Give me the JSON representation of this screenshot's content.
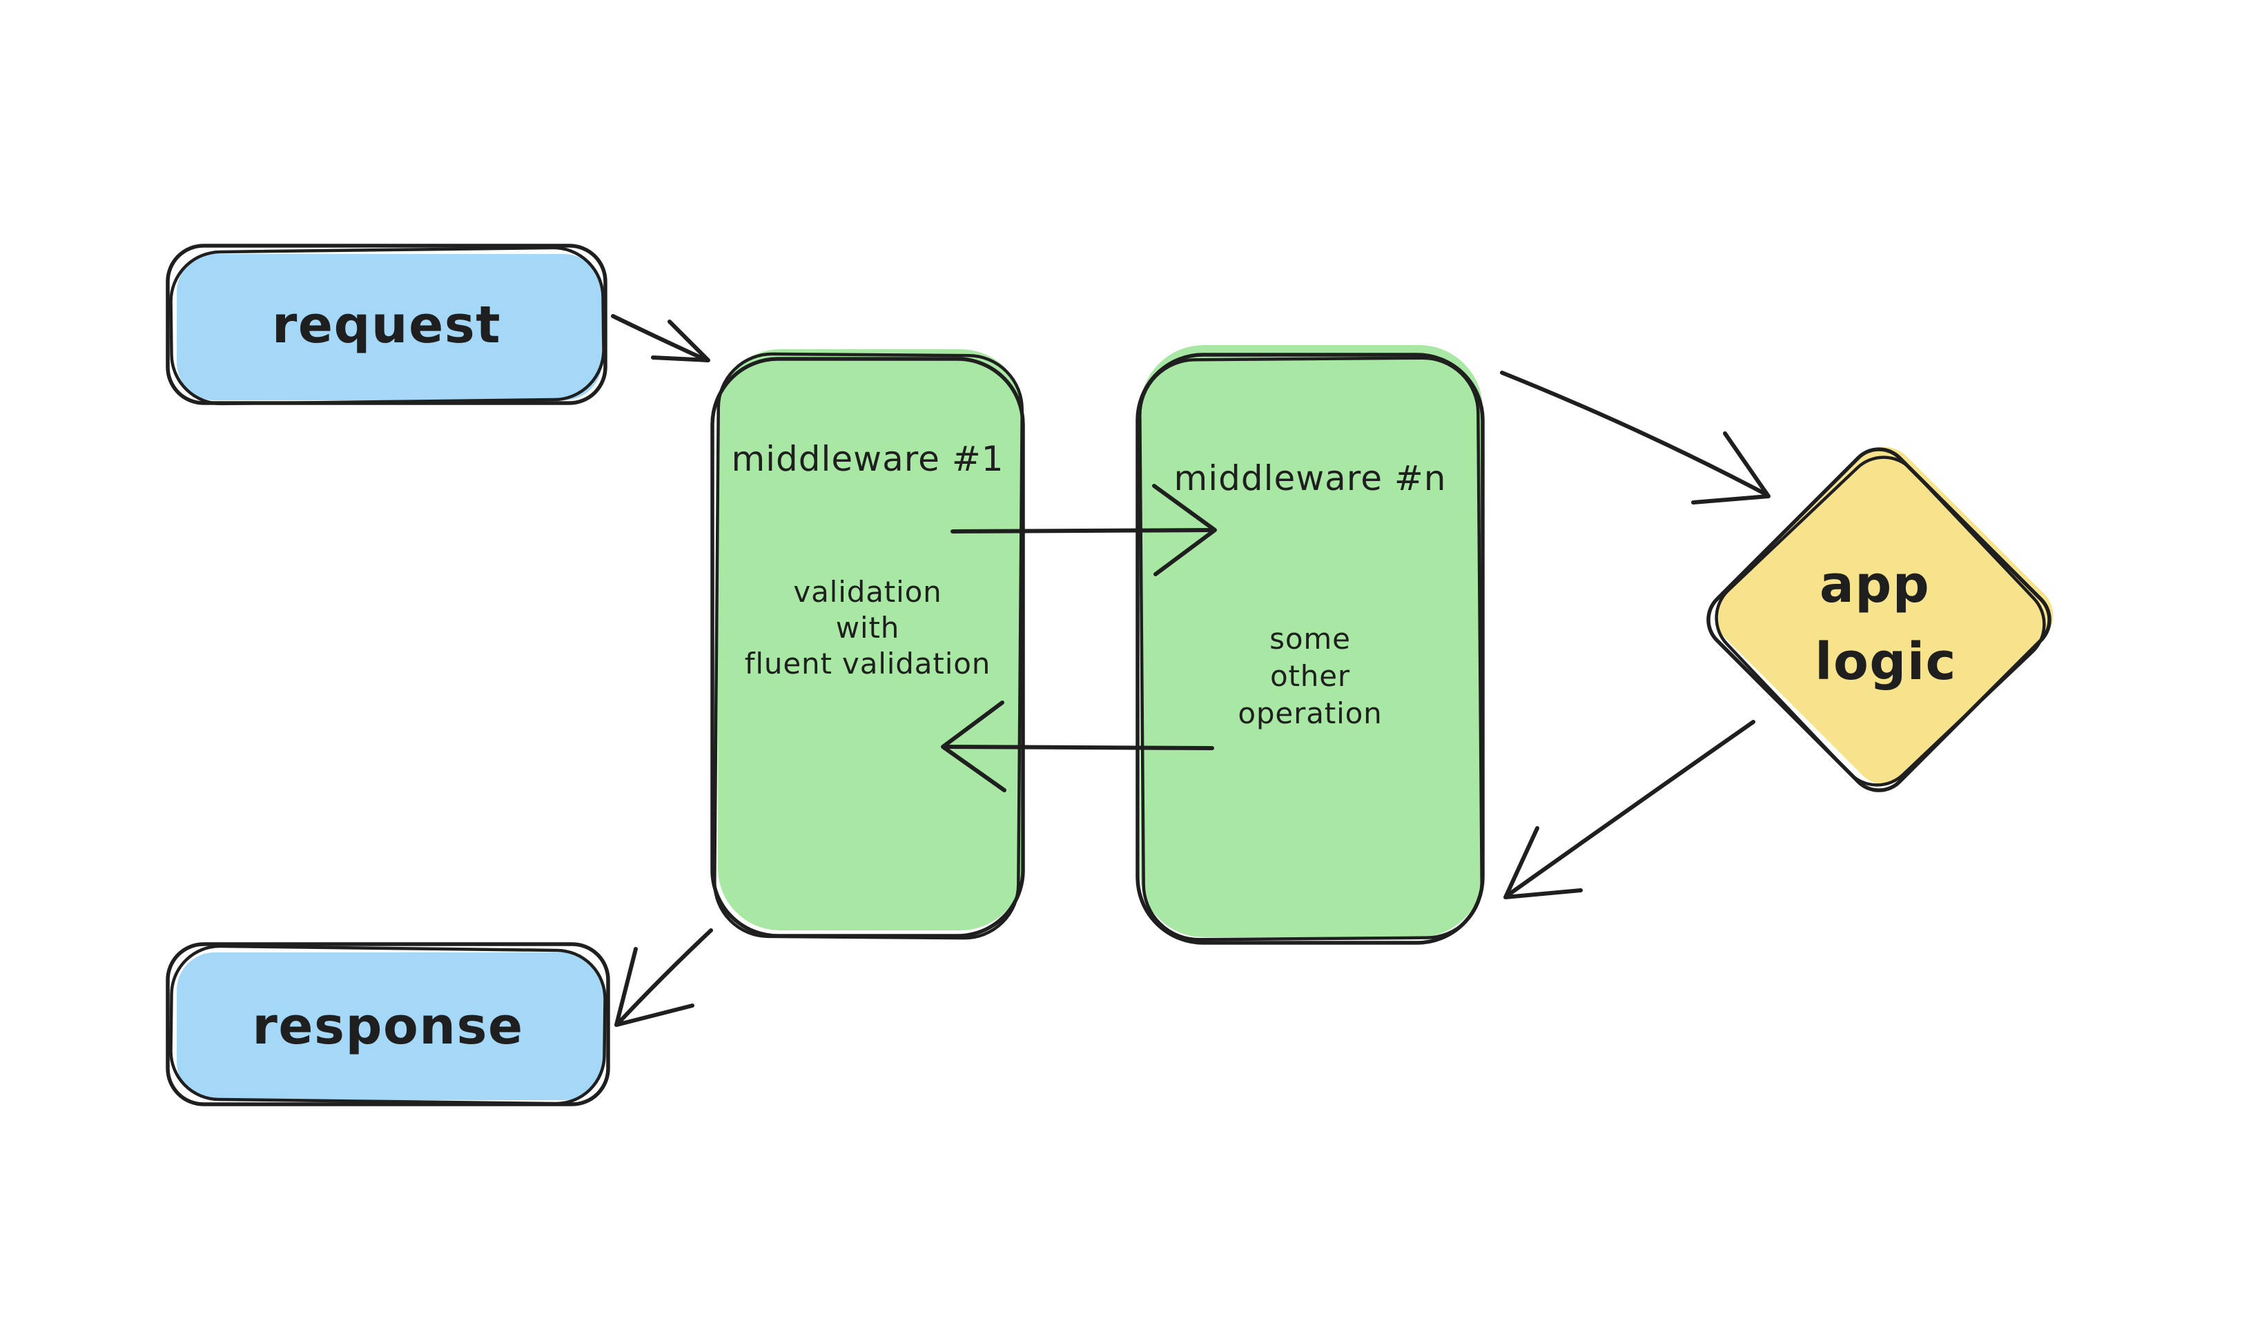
{
  "diagram": {
    "background_color": "#ffffff",
    "stroke_color": "#1f1f1f",
    "text_color": "#1f1f1f",
    "nodes": {
      "request": {
        "label": "request",
        "fill": "#a5d7f7",
        "shape": "rounded-rectangle"
      },
      "response": {
        "label": "response",
        "fill": "#a5d7f7",
        "shape": "rounded-rectangle"
      },
      "middleware1": {
        "title": "middleware #1",
        "body": [
          "validation",
          "with",
          "fluent validation"
        ],
        "fill": "#a9e8a4",
        "shape": "rounded-rectangle"
      },
      "middlewareN": {
        "title": "middleware #n",
        "body": [
          "some",
          "other",
          "operation"
        ],
        "fill": "#a9e8a4",
        "shape": "rounded-rectangle"
      },
      "appLogic": {
        "label": [
          "app",
          "logic"
        ],
        "fill": "#f8e38d",
        "shape": "diamond"
      }
    },
    "edges": [
      {
        "from": "request",
        "to": "middleware1"
      },
      {
        "from": "middleware1",
        "to": "middlewareN"
      },
      {
        "from": "middlewareN",
        "to": "middleware1"
      },
      {
        "from": "middlewareN",
        "to": "appLogic"
      },
      {
        "from": "appLogic",
        "to": "middlewareN"
      },
      {
        "from": "middleware1",
        "to": "response"
      }
    ]
  }
}
